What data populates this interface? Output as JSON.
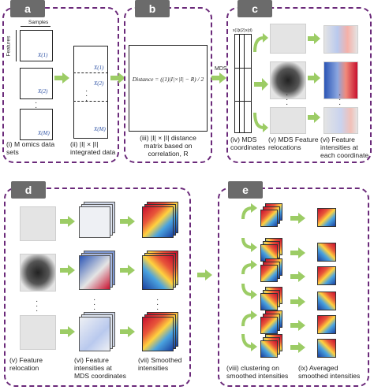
{
  "panels": {
    "a": {
      "tag": "a",
      "samples": "Samples",
      "features": "Features",
      "matrices": [
        "X(1)",
        "X(2)",
        "X(M)"
      ],
      "caption": [
        "(i) M omics data",
        "sets"
      ]
    },
    "ii": {
      "matrices": [
        "X(1)",
        "X(2)",
        "X(M)"
      ],
      "caption": [
        "(ii) |I| × |I|",
        "integrated data"
      ]
    },
    "b": {
      "tag": "b",
      "formula": "Distance = ((1)|I|×|I| − R) / 2",
      "caption": [
        "(iii) |I| × |I| distance",
        "matrix based on",
        "correlation, R"
      ]
    },
    "c": {
      "tag": "c",
      "mds": "MDS",
      "cols": [
        "x(1)",
        "x(2)",
        "x(d)"
      ],
      "captions": {
        "iv": [
          "(iv) MDS",
          "coordinates"
        ],
        "v": [
          "(v) MDS Feature",
          "relocations"
        ],
        "vi": [
          "(vi) Feature",
          "intensities at",
          "each coordinate"
        ]
      }
    },
    "d": {
      "tag": "d",
      "captions": {
        "v": [
          "(v) Feature",
          "relocation"
        ],
        "vi": [
          "(vi) Feature",
          "intensities at",
          "MDS coordinates"
        ],
        "vii": [
          "(vii) Smoothed",
          "intensities"
        ]
      }
    },
    "e": {
      "tag": "e",
      "captions": {
        "viii": [
          "(viii) clustering on",
          "smoothed intensities"
        ],
        "ix": [
          "(ix) Averaged",
          "smoothed intensities"
        ]
      }
    }
  },
  "colors": {
    "border": "#6b2a7a",
    "arrow": "#9ccc65",
    "tag": "#6b6b6b"
  }
}
